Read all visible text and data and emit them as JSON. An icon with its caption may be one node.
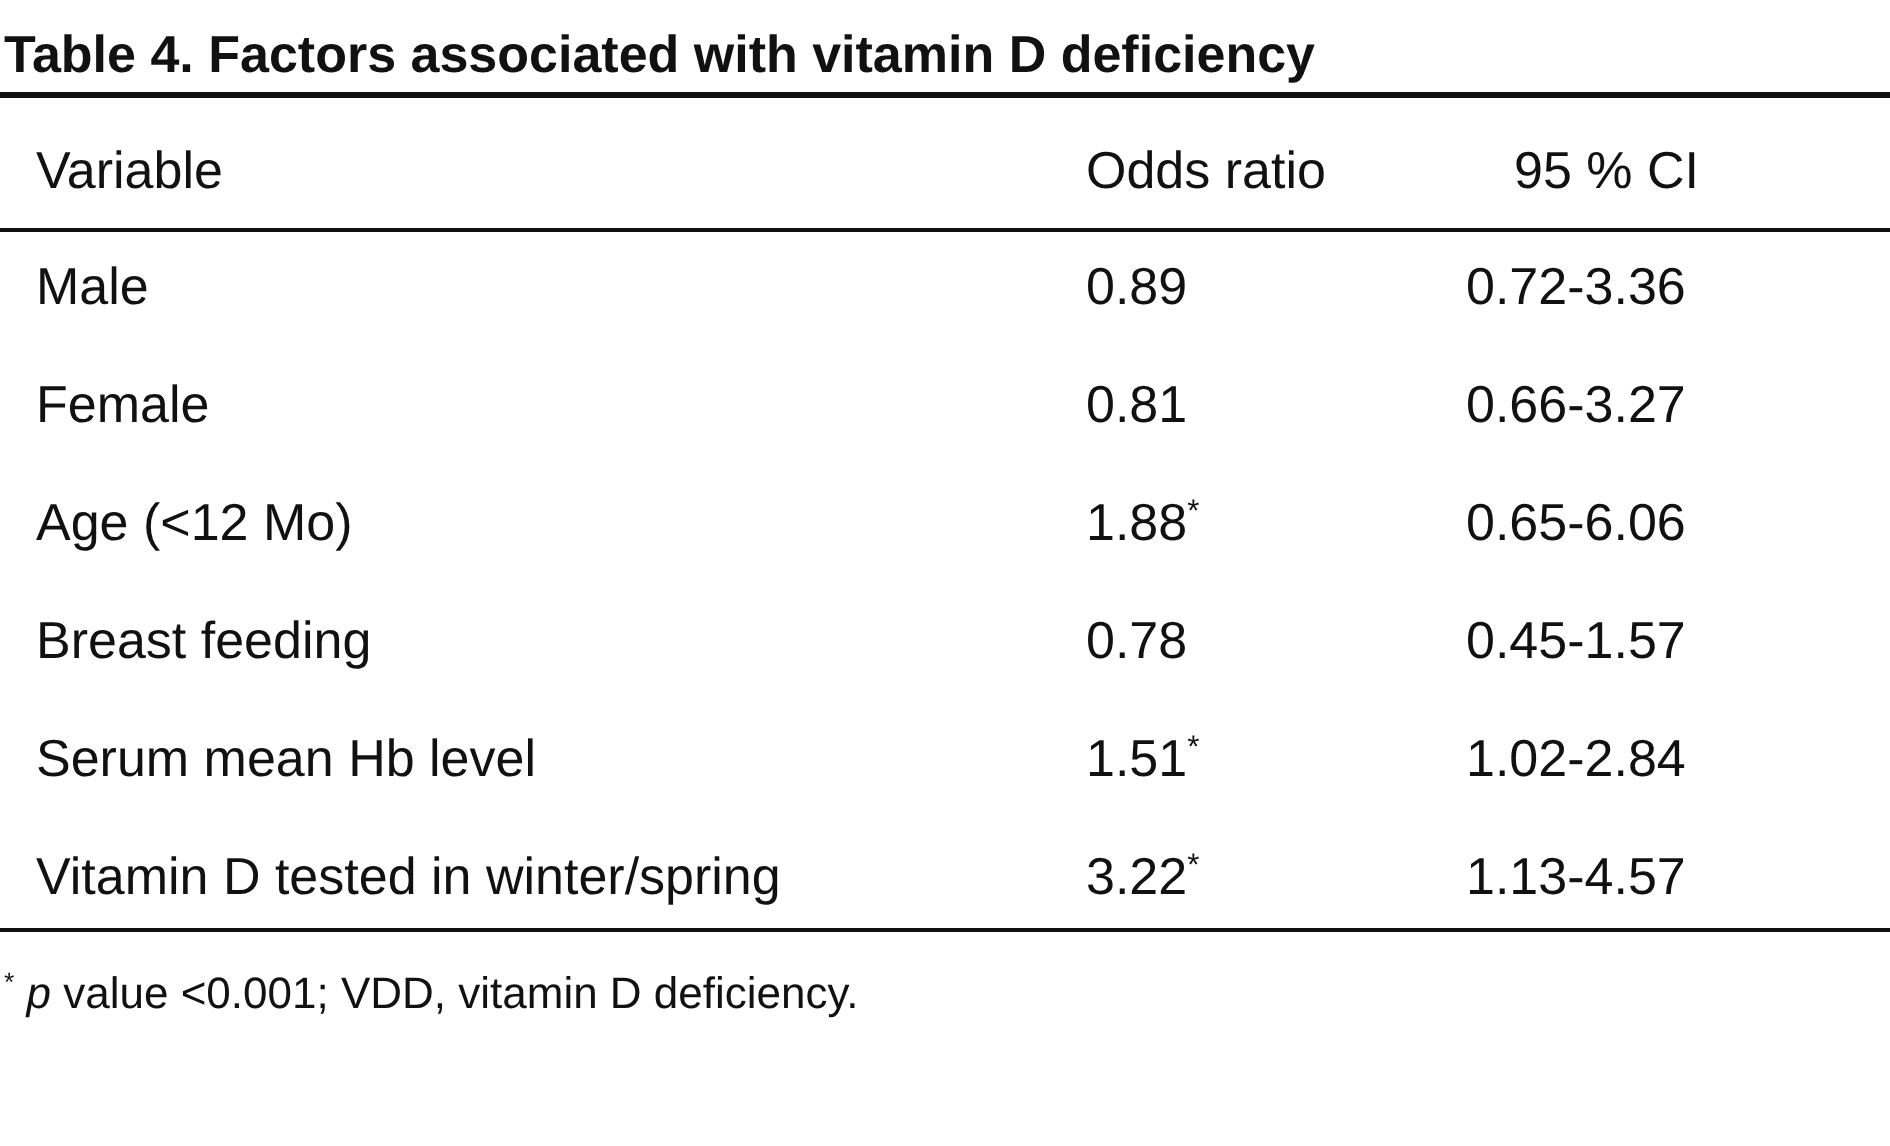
{
  "diagram": {
    "title": "Table 4. Factors associated with vitamin D deficiency",
    "caption": "$^{*}$ *p* value <0.001; VDD, vitamin D deficiency.",
    "labels": [
      "Variable",
      "Odds ratio",
      "95 % CI",
      "Male",
      "0.89",
      "0.72-3.36",
      "Female",
      "0.81",
      "0.66-3.27",
      "Age (<12 Mo)",
      "1.88$^{*}$",
      "0.65-6.06",
      "Breast feeding",
      "0.78",
      "0.45-1.57",
      "Serum mean Hb level",
      "1.51$^{*}$",
      "1.02-2.84",
      "Vitamin D tested in winter/spring",
      "3.22$^{*}$",
      "1.13-4.57"
    ]
  }
}
